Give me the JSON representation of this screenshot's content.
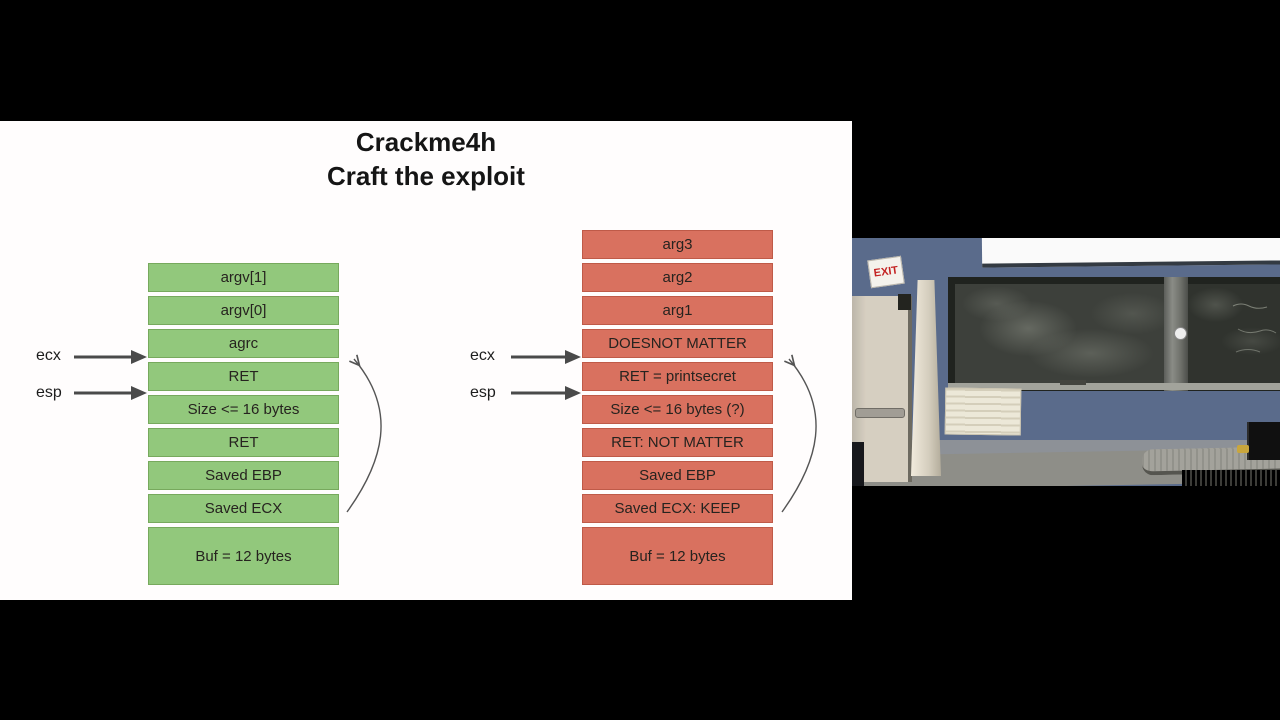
{
  "slide": {
    "title": {
      "line1": "Crackme4h",
      "line2": "Craft the exploit"
    },
    "registers": {
      "ecx": "ecx",
      "esp": "esp"
    },
    "left_stack": {
      "accent": "#92C87C",
      "rows": [
        "argv[1]",
        "argv[0]",
        "agrc",
        "RET",
        "Size <= 16 bytes",
        "RET",
        "Saved EBP",
        "Saved ECX",
        "Buf = 12 bytes"
      ]
    },
    "right_stack": {
      "accent": "#D9715F",
      "rows": [
        "arg3",
        "arg2",
        "arg1",
        "DOESNOT MATTER",
        "RET = printsecret",
        "Size <= 16 bytes (?)",
        "RET: NOT MATTER",
        "Saved EBP",
        "Saved ECX: KEEP",
        "Buf = 12 bytes"
      ]
    },
    "arrow_color": "#4a4a4a"
  },
  "video": {
    "exit_sign_label": "EXIT"
  }
}
